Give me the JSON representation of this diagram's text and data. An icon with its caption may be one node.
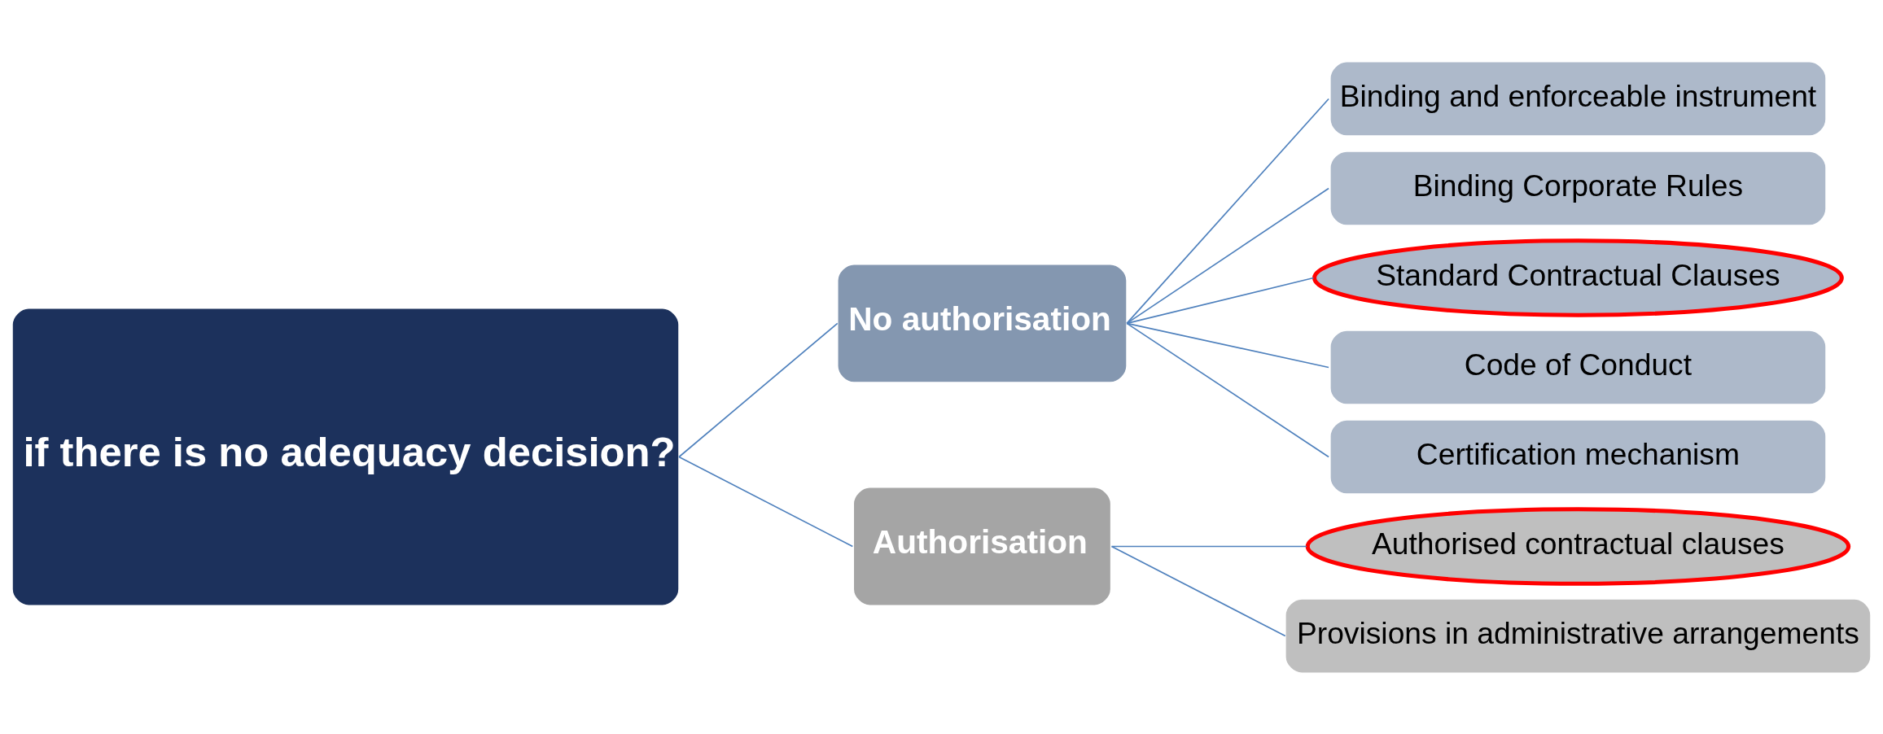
{
  "diagram": {
    "nodes": [
      {
        "text": [
          "if there is no adequacy decision?"
        ]
      },
      {
        "text": [
          "No authorisation"
        ]
      },
      {
        "text": [
          "Binding and enforceable instrument"
        ]
      },
      {
        "text": [
          "Binding Corporate Rules"
        ]
      },
      {
        "text": [
          "Standard Contractual Clauses"
        ]
      },
      {
        "text": [
          "Code of Conduct"
        ]
      },
      {
        "text": [
          "Certification mechanism"
        ]
      },
      {
        "text": [
          "Authorisation"
        ]
      },
      {
        "text": [
          "Authorised contractual clauses"
        ]
      },
      {
        "text": [
          "Provisions in administrative arrangements"
        ]
      }
    ],
    "edges": [
      {
        "from": 0,
        "to": 1,
        "arrow": "none"
      },
      {
        "from": 1,
        "to": 2,
        "arrow": "none"
      },
      {
        "from": 1,
        "to": 3,
        "arrow": "none"
      },
      {
        "from": 1,
        "to": 4,
        "arrow": "none"
      },
      {
        "from": 1,
        "to": 5,
        "arrow": "none"
      },
      {
        "from": 1,
        "to": 6,
        "arrow": "none"
      },
      {
        "from": 0,
        "to": 7,
        "arrow": "none"
      },
      {
        "from": 7,
        "to": 8,
        "arrow": "none"
      },
      {
        "from": 7,
        "to": 9,
        "arrow": "none"
      }
    ]
  }
}
